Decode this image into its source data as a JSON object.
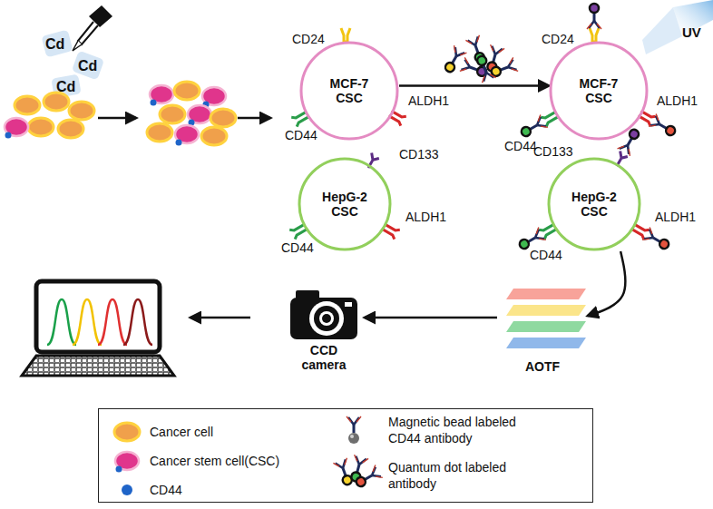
{
  "diagram": {
    "nodes": [
      {
        "text": [
          "MCF-7 CSC"
        ]
      },
      {
        "text": [
          "MCF-7 CSC"
        ]
      },
      {
        "text": [
          "HepG-2 CSC"
        ]
      },
      {
        "text": [
          "HepG-2 CSC"
        ]
      },
      {
        "text": [
          "AOTF"
        ]
      },
      {
        "text": [
          "CCD camera"
        ]
      }
    ],
    "edges": [
      {
        "from": 0,
        "to": 1,
        "arrow": "to"
      },
      {
        "from": 3,
        "to": 4,
        "arrow": "to"
      },
      {
        "from": 4,
        "to": 5,
        "arrow": "to"
      }
    ],
    "labels": [
      "Cd",
      "Cd",
      "Cd",
      "CD24",
      "CD44",
      "ALDH1",
      "CD24",
      "CD44",
      "ALDH1",
      "UV",
      "CD133",
      "CD44",
      "ALDH1",
      "CD133",
      "CD44",
      "ALDH1"
    ],
    "legend": [
      {
        "text": "Cancer cell"
      },
      {
        "text": "Cancer stem cell(CSC)"
      },
      {
        "text": "CD44"
      },
      {
        "text": "Magnetic bead labeled CD44 antibody"
      },
      {
        "text": "Quantum dot labeled antibody"
      }
    ]
  }
}
